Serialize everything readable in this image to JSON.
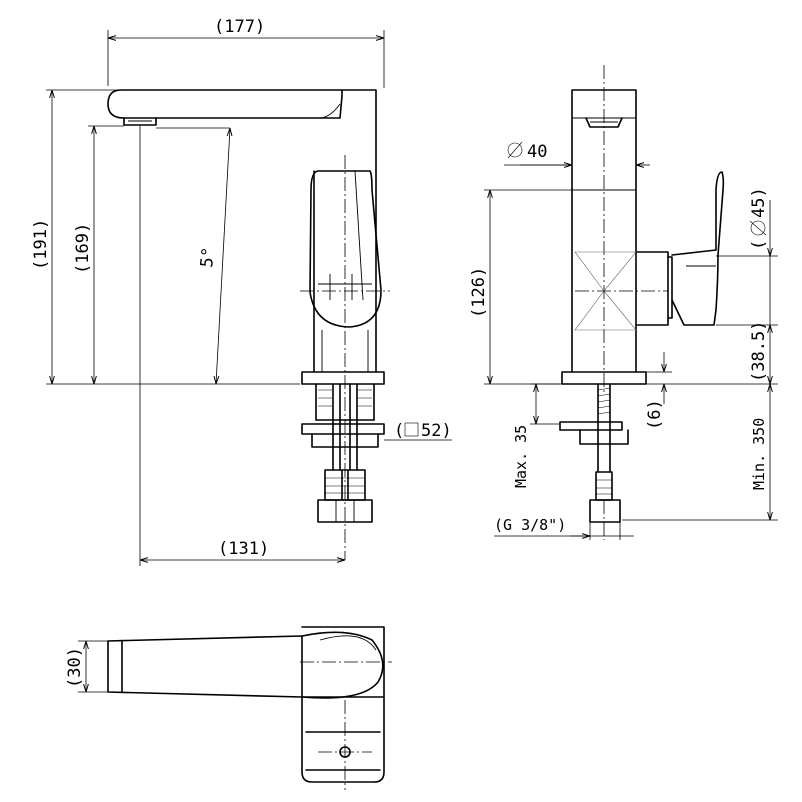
{
  "dimensions": {
    "spout_length": "(177)",
    "total_height": "(191)",
    "outlet_height": "(169)",
    "angle": "5°",
    "reach": "(131)",
    "square_base": "52)",
    "square_base_open": "(",
    "diameter_body": "40",
    "diameter_handle": "45)",
    "diameter_handle_open": "(",
    "height_side": "(126)",
    "lever_height": "(38.5)",
    "gap": "(6)",
    "max_35": "Max. 35",
    "min_350": "Min. 350",
    "connection": "(G 3/8\")",
    "top_width": "(30)"
  }
}
